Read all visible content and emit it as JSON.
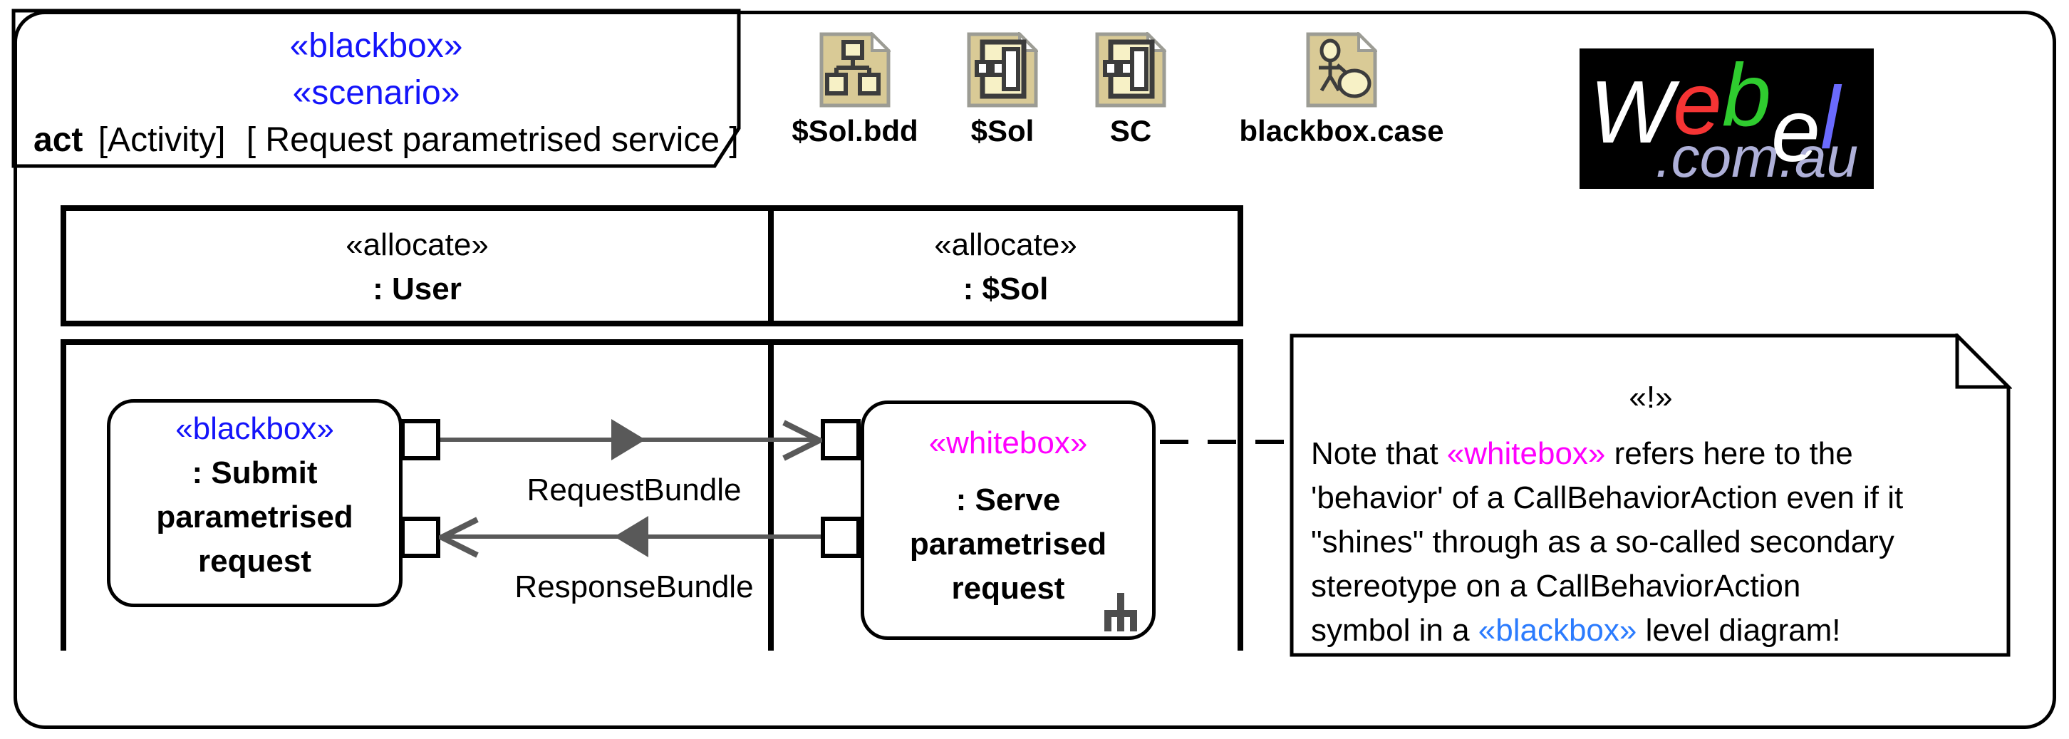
{
  "colors": {
    "blue": "#1414FA",
    "note_blue": "#2B7BFE",
    "magenta": "#FF00FF",
    "arrow_gray": "#595959",
    "logo_white": "#FFFFFF",
    "logo_red": "#F53434",
    "logo_green": "#2FCC2F",
    "logo_blue": "#6A6AFE",
    "logo_domain": "#AEB0D8",
    "icon_tan": "#D9CA96",
    "icon_pale": "#F7F1C6",
    "icon_border": "#9C9C94"
  },
  "frame": {
    "stereotype1": "«blackbox»",
    "stereotype2": "«scenario»",
    "kind": "act",
    "type": "[Activity]",
    "name": "[ Request parametrised service ]"
  },
  "files": [
    {
      "label": "$Sol.bdd",
      "icon": "bdd-diagram-file-icon"
    },
    {
      "label": "$Sol",
      "icon": "ibd-diagram-file-icon"
    },
    {
      "label": "SC",
      "icon": "ibd-diagram-file-icon"
    },
    {
      "label": "blackbox.case",
      "icon": "use-case-diagram-file-icon"
    }
  ],
  "logo": {
    "letters": [
      {
        "ch": "W",
        "color": "logo_white"
      },
      {
        "ch": "e",
        "color": "logo_red"
      },
      {
        "ch": "b",
        "color": "logo_green"
      },
      {
        "ch": "e",
        "color": "logo_white"
      },
      {
        "ch": "l",
        "color": "logo_blue"
      }
    ],
    "domain": ".com.au"
  },
  "lanes": [
    {
      "stereotype": "«allocate»",
      "name": ": User"
    },
    {
      "stereotype": "«allocate»",
      "name": ": $Sol"
    }
  ],
  "actions": [
    {
      "stereotype": "«blackbox»",
      "line1": ": Submit",
      "line2": "parametrised",
      "line3": "request"
    },
    {
      "stereotype": "«whitebox»",
      "line1": ": Serve",
      "line2": "parametrised",
      "line3": "request"
    }
  ],
  "flows": [
    {
      "label": "RequestBundle"
    },
    {
      "label": "ResponseBundle"
    }
  ],
  "note": {
    "stereotype": "«!»",
    "line1": {
      "pre": "Note that ",
      "hl": "«whitebox»",
      "post": " refers here to the"
    },
    "line2": "'behavior' of a CallBehaviorAction even if it",
    "line3": "\"shines\" through as a so-called secondary",
    "line4": "stereotype on a CallBehaviorAction",
    "line5": {
      "pre": "symbol in a ",
      "hl": "«blackbox»",
      "post": " level diagram!"
    }
  }
}
